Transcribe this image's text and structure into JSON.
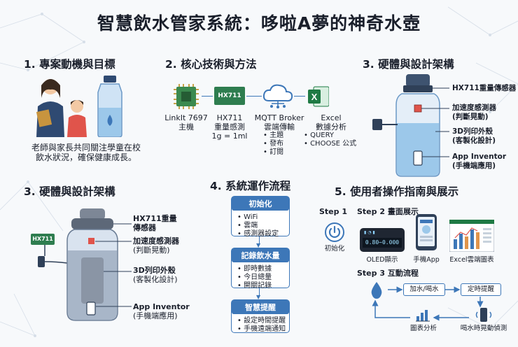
{
  "title": "智慧飲水管家系統：哆啦A夢的神奇水壺",
  "sec1": {
    "heading": "1. 專案動機與目標",
    "caption_line1": "老師與家長共同關注學童在校",
    "caption_line2": "飲水狀況，確保健康成長。"
  },
  "sec2": {
    "heading": "2. 核心技術與方法",
    "chip_label": "HX711",
    "items": [
      {
        "line1": "LinkIt 7697",
        "line2": "主機"
      },
      {
        "line1": "HX711",
        "line2": "重量感測",
        "line3": "1g = 1ml"
      },
      {
        "line1": "MQTT Broker",
        "line2": "雲端傳輸",
        "bullets": [
          "主題",
          "發布",
          "訂閱"
        ]
      },
      {
        "line1": "Excel",
        "line2": "數據分析",
        "bullets": [
          "QUERY",
          "CHOOSE 公式"
        ]
      }
    ]
  },
  "sec3_top": {
    "heading": "3. 硬體與設計架構",
    "labels": [
      {
        "line1": "HX711重量傳感器"
      },
      {
        "line1": "加速度感測器",
        "line2": "(判斷晃動)"
      },
      {
        "line1": "3D列印外殼",
        "line2": "(客製化設計)"
      },
      {
        "line1": "App Inventor",
        "line2": "(手機端應用)"
      }
    ]
  },
  "sec3_bottom": {
    "heading": "3. 硬體與設計架構",
    "chip_label": "HX711",
    "labels": [
      {
        "line1": "HX711重量",
        "line2": "傳感器"
      },
      {
        "line1": "加速度感測器",
        "line2": "(判斷晃動)"
      },
      {
        "line1": "3D列印外殼",
        "line2": "(客製化設計)"
      },
      {
        "line1": "App Inventor",
        "line2": "(手機端應用)"
      }
    ]
  },
  "sec4": {
    "heading": "4. 系統運作流程",
    "boxes": [
      {
        "title": "初始化",
        "items": [
          "WiFi",
          "雲端",
          "感測器設定"
        ]
      },
      {
        "title": "記錄飲水量",
        "items": [
          "即時數據",
          "今日總量",
          "開關記錄"
        ]
      },
      {
        "title": "智慧提醒",
        "items": [
          "設定時間提醒",
          "手機遠端通知"
        ]
      }
    ]
  },
  "sec5": {
    "heading": "5. 使用者操作指南與展示",
    "step1": "Step 1",
    "step2": "Step 2 畫面展示",
    "step3": "Step 3 互動流程",
    "init_label": "初始化",
    "oled_value": "0.80~0.000",
    "oled_label": "OLED顯示",
    "phone_label": "手機App",
    "excel_label": "Excel雲端圖表",
    "flow": {
      "fill": "加水/喝水",
      "remind": "定時提醒",
      "chart": "圖表分析",
      "shake": "喝水時晃動偵測"
    }
  },
  "colors": {
    "accent": "#3d77b8",
    "chip": "#2e7d4f",
    "excel": "#1f7a44",
    "water": "#9cc8ea"
  }
}
